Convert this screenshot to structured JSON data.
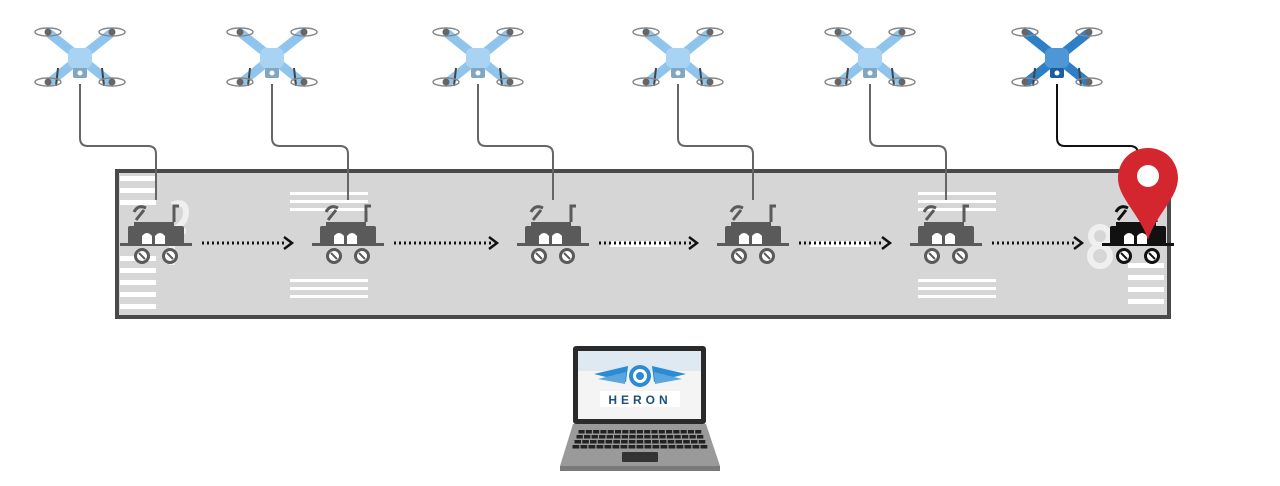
{
  "diagram": {
    "drone_count": 6,
    "rover_count": 6,
    "highlight_index": 5,
    "colors": {
      "drone_light": "#8fc4ec",
      "drone_light_body": "#a9d3f2",
      "drone_dark": "#2f7fc6",
      "drone_dark_body": "#4f96d6",
      "rover_gray": "#5a5a5a",
      "rover_black": "#111111",
      "runway_fill": "#d6d6d6",
      "runway_border": "#4a4a4a",
      "link_gray": "#666666",
      "link_black": "#111111",
      "pin_red": "#d3262e",
      "laptop_body": "#bdbdbd",
      "screen_blue": "#2b8bd3"
    },
    "icons": {
      "drone": "quadcopter-drone-icon",
      "rover": "rover-robot-icon",
      "pin": "location-pin-icon",
      "laptop": "laptop-icon",
      "arrow": "dotted-arrow-icon"
    }
  },
  "laptop": {
    "logo_text": "HERON"
  }
}
